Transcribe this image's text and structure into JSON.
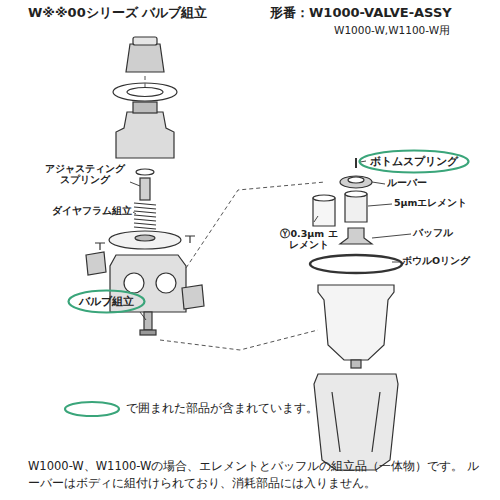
{
  "diagram": {
    "title": "W※※00シリーズ バルブ組立",
    "caption": "W1000-W、W1100-Wの場合、エレメントとバッフルの組立品（一体物）です。 ルーバーはボディに組付けられており、消耗部品には入りません。",
    "nodes": [
      {
        "text": [
          "バルブ組立"
        ]
      },
      {
        "text": [
          "ボトムスプリング"
        ]
      }
    ],
    "labels": [
      "形番：W1000-VALVE-ASSY",
      "W1000-W,W1100-W用",
      "アジャスティング スプリング",
      "ダイヤフラム組立",
      "ルーバー",
      "5μmエレメント",
      "Ⓨ0.3μm エレメント",
      "バッフル",
      "ボウルOリング"
    ],
    "legend": [
      {
        "text": "で囲まれた部品が含まれています。"
      }
    ]
  }
}
